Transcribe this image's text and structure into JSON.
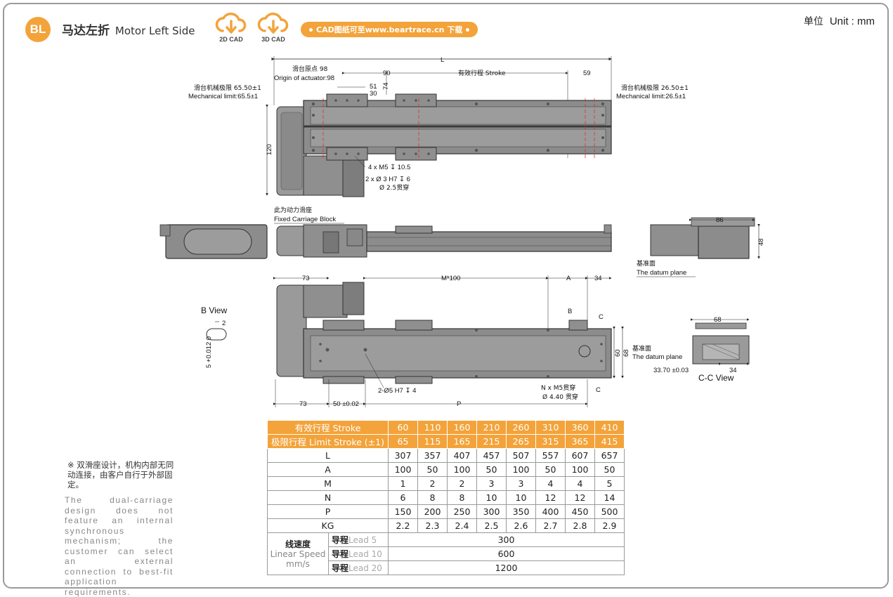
{
  "header": {
    "badge": "BL",
    "title_cn": "马达左折",
    "title_en": "Motor Left Side",
    "cad_2d": "2D CAD",
    "cad_3d": "3D CAD",
    "download": "CAD图纸可至www.beartrace.cn 下载",
    "unit_cn": "单位",
    "unit_en": "Unit : mm"
  },
  "colors": {
    "accent": "#f3a33a",
    "body": "#8c8c8c",
    "dark": "#3a3a3a",
    "dim_red": "#e03030"
  },
  "top_view": {
    "L": "L",
    "origin_cn": "滑台原点 98",
    "origin_en": "Origin of actuator:98",
    "d90": "90",
    "stroke": "有效行程 Stroke",
    "d59": "59",
    "d51": "51",
    "d30": "30",
    "d74": "74",
    "mech_left_cn": "滑台机械极限 65.50±1",
    "mech_left_en": "Mechanical limit:65.5±1",
    "mech_right_cn": "滑台机械极限 26.50±1",
    "mech_right_en": "Mechanical limit:26.5±1",
    "d120": "120",
    "hole1": "4 x M5 ↧ 10.5",
    "hole2": "2 x Ø 3 H7 ↧ 6",
    "hole3": "Ø 2.5贯穿"
  },
  "side_view": {
    "fixed_cn": "此为动力滑座",
    "fixed_en": "Fixed Carriage Block"
  },
  "end_view": {
    "d86": "86",
    "d48": "48",
    "datum_cn": "基准面",
    "datum_en": "The datum plane"
  },
  "bottom_view": {
    "d73": "73",
    "m100": "M*100",
    "a": "A",
    "d34": "34",
    "b": "B",
    "c": "C",
    "d60": "60",
    "d68": "68",
    "datum_cn": "基准面",
    "datum_en": "The datum plane",
    "pin": "2-Ø5 H7 ↧ 4",
    "nxm5": "N x M5贯穿",
    "phi44": "Ø 4.40 贯穿",
    "c2": "C",
    "d73b": "73",
    "d50": "50 ±0.02",
    "p": "P"
  },
  "b_view": {
    "title": "B View",
    "d2": "2",
    "tol": "5 +0.012 0"
  },
  "cc_view": {
    "d68": "68",
    "d34": "34",
    "d3370": "33.70 ±0.03",
    "title": "C-C View"
  },
  "table": {
    "stroke_label": "有效行程 Stroke",
    "stroke": [
      "60",
      "110",
      "160",
      "210",
      "260",
      "310",
      "360",
      "410"
    ],
    "limit_label": "极限行程 Limit Stroke (±1)",
    "limit": [
      "65",
      "115",
      "165",
      "215",
      "265",
      "315",
      "365",
      "415"
    ],
    "rows": [
      {
        "label": "L",
        "values": [
          "307",
          "357",
          "407",
          "457",
          "507",
          "557",
          "607",
          "657"
        ]
      },
      {
        "label": "A",
        "values": [
          "100",
          "50",
          "100",
          "50",
          "100",
          "50",
          "100",
          "50"
        ]
      },
      {
        "label": "M",
        "values": [
          "1",
          "2",
          "2",
          "3",
          "3",
          "4",
          "4",
          "5"
        ]
      },
      {
        "label": "N",
        "values": [
          "6",
          "8",
          "8",
          "10",
          "10",
          "12",
          "12",
          "14"
        ]
      },
      {
        "label": "P",
        "values": [
          "150",
          "200",
          "250",
          "300",
          "350",
          "400",
          "450",
          "500"
        ]
      },
      {
        "label": "KG",
        "values": [
          "2.2",
          "2.3",
          "2.4",
          "2.5",
          "2.6",
          "2.7",
          "2.8",
          "2.9"
        ]
      }
    ],
    "speed_cn": "线速度",
    "speed_en": "Linear Speed mm/s",
    "leads": [
      {
        "cn": "导程",
        "en": "Lead 5",
        "value": "300"
      },
      {
        "cn": "导程",
        "en": "Lead 10",
        "value": "600"
      },
      {
        "cn": "导程",
        "en": "Lead 20",
        "value": "1200"
      }
    ]
  },
  "note": {
    "cn": "※ 双滑座设计，机构内部无同动连接，由客户自行于外部固定。",
    "en": "The dual-carriage design does not feature an internal synchronous mechanism; the customer can select an external connection to best-fit application requirements."
  }
}
